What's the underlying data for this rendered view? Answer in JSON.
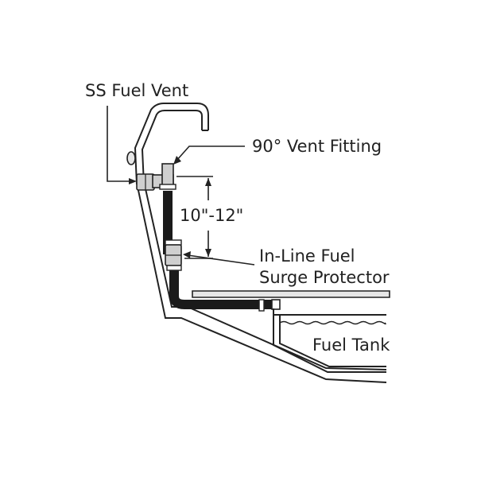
{
  "labels": {
    "ss_fuel_vent": "SS Fuel Vent",
    "vent_fitting": "90° Vent Fitting",
    "dimension": "10\"-12\"",
    "surge_protector_line1": "In-Line Fuel",
    "surge_protector_line2": "Surge Protector",
    "fuel_tank": "Fuel Tank"
  },
  "colors": {
    "line": "#222222",
    "hose": "#1a1a1a",
    "fitting_fill": "#cfcfcf",
    "deck_fill": "#e6e6e6"
  }
}
